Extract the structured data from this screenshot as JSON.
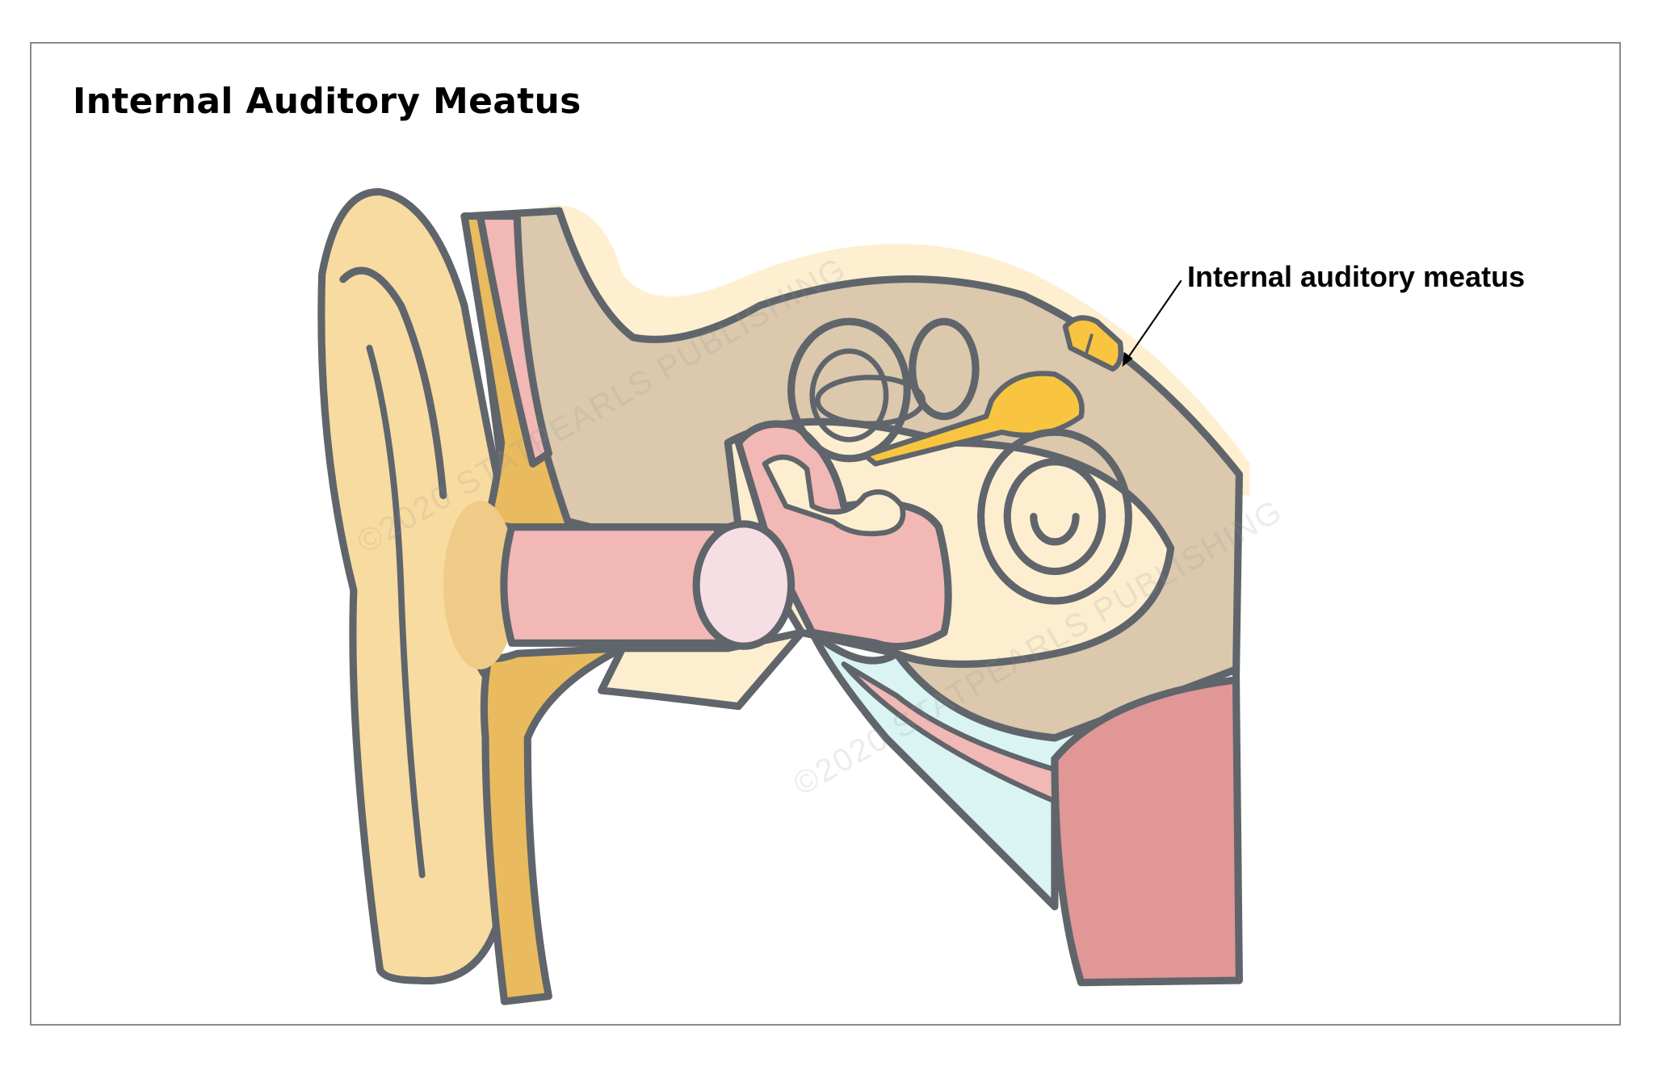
{
  "title": "Internal Auditory Meatus",
  "labels": [
    {
      "text": "Internal auditory meatus",
      "target": "internal-auditory-meatus"
    }
  ],
  "watermark": "©2020 STATPEARLS PUBLISHING",
  "colors": {
    "outline": "#5f656b",
    "bone": "#dbc8ad",
    "halo": "#fdefd0",
    "auricle": "#f8dba0",
    "cartilage": "#e9bb5e",
    "canal": "#f2b8b5",
    "eardrum": "#f6dfe4",
    "nerve": "#f9c540",
    "tube_red": "#e09795",
    "membrane": "#daf4f2",
    "inner_fluid": "#fdeed0"
  }
}
